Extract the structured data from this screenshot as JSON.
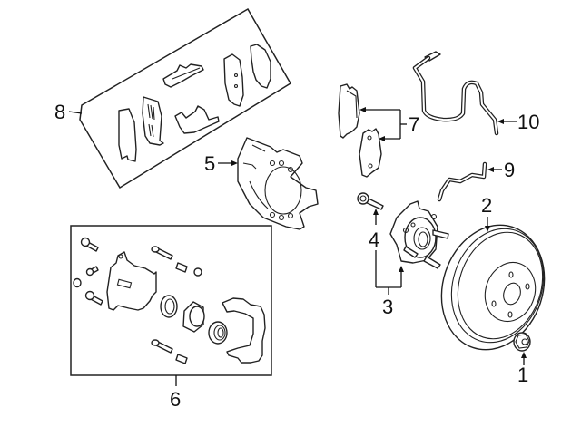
{
  "diagram": {
    "title": "Front brake components exploded view",
    "callouts": [
      {
        "id": "1",
        "label": "1",
        "part": "lug nut"
      },
      {
        "id": "2",
        "label": "2",
        "part": "brake rotor"
      },
      {
        "id": "3",
        "label": "3",
        "part": "hub & bearing assembly"
      },
      {
        "id": "4",
        "label": "4",
        "part": "hub bolt"
      },
      {
        "id": "5",
        "label": "5",
        "part": "splash shield"
      },
      {
        "id": "6",
        "label": "6",
        "part": "caliper assembly"
      },
      {
        "id": "7",
        "label": "7",
        "part": "brake pads"
      },
      {
        "id": "8",
        "label": "8",
        "part": "pad kit"
      },
      {
        "id": "9",
        "label": "9",
        "part": "brake hose"
      },
      {
        "id": "10",
        "label": "10",
        "part": "ABS sensor"
      }
    ]
  }
}
